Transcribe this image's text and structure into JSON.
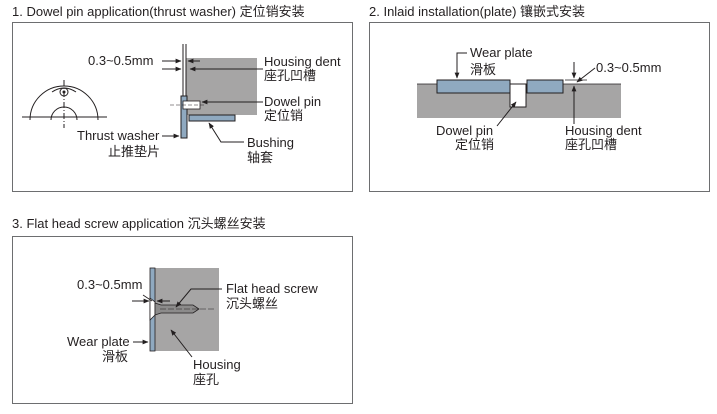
{
  "colors": {
    "housing": "#a6a5a5",
    "plate": "#8fa9c0",
    "line": "#231f20",
    "border": "#6d6e70"
  },
  "sections": [
    {
      "title": "1. Dowel pin application(thrust washer)  定位销安装",
      "labels": {
        "gap": "0.3~0.5mm",
        "housing_dent_en": "Housing dent",
        "housing_dent_zh": "座孔凹槽",
        "dowel_pin_en": "Dowel pin",
        "dowel_pin_zh": "定位销",
        "thrust_washer_en": "Thrust washer",
        "thrust_washer_zh": "止推垫片",
        "bushing_en": "Bushing",
        "bushing_zh": "轴套"
      }
    },
    {
      "title": "2. Inlaid installation(plate) 镶嵌式安装",
      "labels": {
        "wear_plate_en": "Wear plate",
        "wear_plate_zh": "滑板",
        "gap": "0.3~0.5mm",
        "dowel_pin_en": "Dowel pin",
        "dowel_pin_zh": "定位销",
        "housing_dent_en": "Housing dent",
        "housing_dent_zh": "座孔凹槽"
      }
    },
    {
      "title": "3. Flat head screw application 沉头螺丝安装",
      "labels": {
        "gap": "0.3~0.5mm",
        "screw_en": "Flat head screw",
        "screw_zh": "沉头螺丝",
        "wear_plate_en": "Wear plate",
        "wear_plate_zh": "滑板",
        "housing_en": "Housing",
        "housing_zh": "座孔"
      }
    }
  ]
}
